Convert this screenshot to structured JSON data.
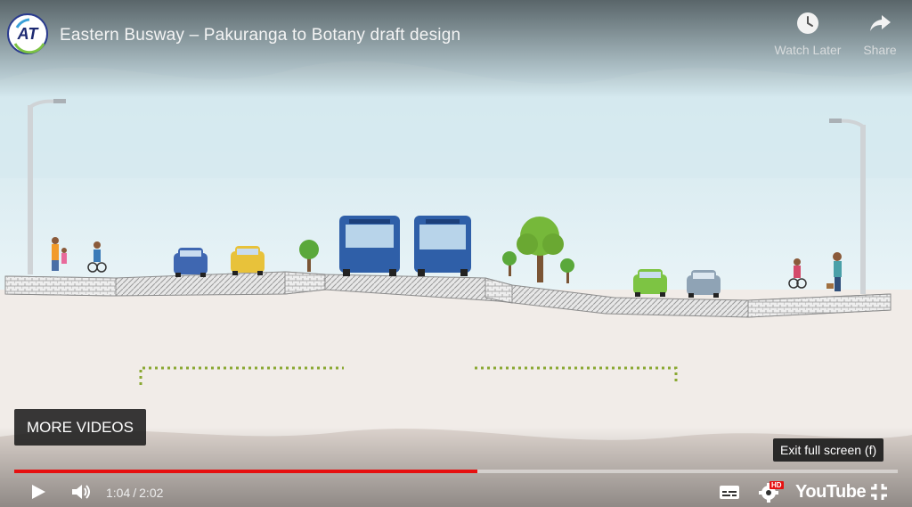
{
  "video": {
    "channel_logo_text": "AT",
    "title": "Eastern Busway – Pakuranga to Botany draft design"
  },
  "top_actions": [
    {
      "label": "Watch Later",
      "icon": "clock-icon"
    },
    {
      "label": "Share",
      "icon": "share-arrow-icon"
    }
  ],
  "overlay": {
    "more_videos": "MORE VIDEOS",
    "tooltip": "Exit full screen (f)"
  },
  "playback": {
    "current": "1:04",
    "separator": "/",
    "duration": "2:02",
    "progress_fraction": 0.5246
  },
  "controls": {
    "icons": [
      "play-icon",
      "volume-icon",
      "subtitles-icon",
      "settings-icon",
      "exit-fullscreen-icon"
    ],
    "hd_badge": "HD",
    "brand": "YouTube"
  },
  "colors": {
    "progress": "#e61010",
    "sky_top": "#cfe6ee",
    "ground": "#f0ebe6",
    "bus": "#2f5fa8",
    "plan_dots": "#8aa832"
  }
}
